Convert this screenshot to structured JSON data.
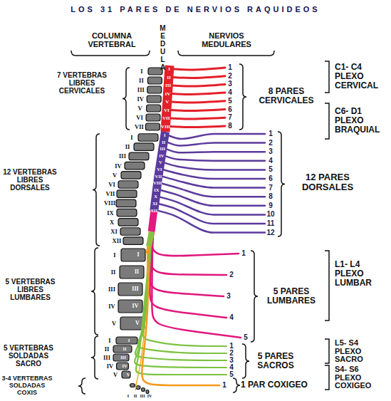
{
  "diagram": {
    "title": "LOS 31 PARES DE NERVIOS RAQUIDEOS",
    "labels": [
      "COLUMNA VERTEBRAL",
      "MEDULA",
      "NERVIOS MEDULARES",
      "7 VERTEBRAS LIBRES CERVICALES",
      "8 PARES CERVICALES",
      "C1- C4 PLEXO CERVICAL",
      "C6- D1 PLEXO BRAQUIAL",
      "12 VERTEBRAS LIBRES DORSALES",
      "12 PARES DORSALES",
      "5 VERTEBRAS LIBRES LUMBARES",
      "5 PARES LUMBARES",
      "L1- L4 PLEXO LUMBAR",
      "5 VERTEBRAS SOLDADAS SACRO",
      "5 PARES SACROS",
      "L5- S4 PLEXO SACRO",
      "3-4 VERTEBRAS SOLDADAS COXIS",
      "1 PAR COXIGEO",
      "S4- S6 PLEXO COXIGEO",
      "I",
      "II",
      "III",
      "IV",
      "V",
      "VI",
      "VII",
      "I",
      "II",
      "III",
      "IV",
      "V",
      "VI",
      "VII",
      "VIII",
      "IX",
      "X",
      "XI",
      "XII",
      "I",
      "II",
      "III",
      "IV",
      "V",
      "I",
      "II",
      "III",
      "IV",
      "V",
      "I",
      "II",
      "III",
      "IV",
      "1",
      "2",
      "3",
      "4",
      "5",
      "6",
      "7",
      "8",
      "1",
      "2",
      "3",
      "4",
      "5",
      "6",
      "7",
      "8",
      "9",
      "10",
      "11",
      "12",
      "1",
      "2",
      "3",
      "4",
      "5",
      "1",
      "2",
      "3",
      "4",
      "5",
      "1",
      "I",
      "II",
      "III",
      "IV",
      "V",
      "VI",
      "VII",
      "VIII",
      "I",
      "II",
      "III",
      "IV",
      "V",
      "VI",
      "VII",
      "VIII",
      "IX",
      "X",
      "XI",
      "XII",
      "I",
      "II",
      "III",
      "IV",
      "V",
      "I",
      "II",
      "III",
      "IV",
      "V"
    ]
  }
}
